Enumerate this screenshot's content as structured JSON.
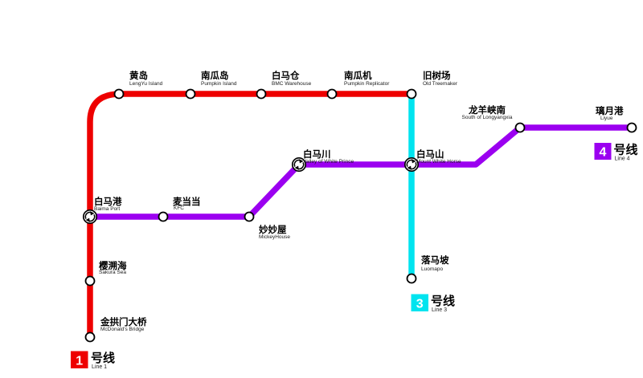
{
  "map": {
    "background_color": "#ffffff",
    "station_marker": {
      "fill": "#ffffff",
      "stroke": "#000000"
    },
    "transfer_icon": "circle-with-cycling-arrows"
  },
  "lines": {
    "line1": {
      "number": "1",
      "suffix_zh": "号线",
      "name_en": "Line 1",
      "color": "#ee0000"
    },
    "line3": {
      "number": "3",
      "suffix_zh": "号线",
      "name_en": "Line 3",
      "color": "#00e4ef"
    },
    "line4": {
      "number": "4",
      "suffix_zh": "号线",
      "name_en": "Line 4",
      "color": "#9b00f0"
    }
  },
  "stations": [
    {
      "zh": "黄岛",
      "en": "LengYu Island",
      "line": "Line 1",
      "transfer": false
    },
    {
      "zh": "南瓜岛",
      "en": "Pumpkin Island",
      "line": "Line 1",
      "transfer": false
    },
    {
      "zh": "白马仓",
      "en": "BMC Warehouse",
      "line": "Line 1",
      "transfer": false
    },
    {
      "zh": "南瓜机",
      "en": "Pumpkin Replicator",
      "line": "Line 1",
      "transfer": false
    },
    {
      "zh": "旧树场",
      "en": "Old Treemaker",
      "line": "Line 1 / Line 3",
      "transfer": false
    },
    {
      "zh": "龙羊峡南",
      "en": "South of Longyangxia",
      "line": "Line 4",
      "transfer": false
    },
    {
      "zh": "璃月港",
      "en": "Liyue",
      "line": "Line 4",
      "transfer": false
    },
    {
      "zh": "白马川",
      "en": "Valley of White Prince",
      "line": "Line 4",
      "transfer": true
    },
    {
      "zh": "白马山",
      "en": "Mount White Horse",
      "line": "Line 3 / Line 4",
      "transfer": true
    },
    {
      "zh": "白马港",
      "en": "Baima Port",
      "line": "Line 1 / Line 4",
      "transfer": true
    },
    {
      "zh": "麦当当",
      "en": "KFC",
      "line": "Line 4",
      "transfer": false
    },
    {
      "zh": "妙妙屋",
      "en": "MickeyHouse",
      "line": "Line 4",
      "transfer": false
    },
    {
      "zh": "落马坡",
      "en": "Luomapo",
      "line": "Line 3",
      "transfer": false
    },
    {
      "zh": "樱溯海",
      "en": "Sakura Sea",
      "line": "Line 1",
      "transfer": false
    },
    {
      "zh": "金拱门大桥",
      "en": "McDonald's Bridge",
      "line": "Line 1",
      "transfer": false
    }
  ]
}
